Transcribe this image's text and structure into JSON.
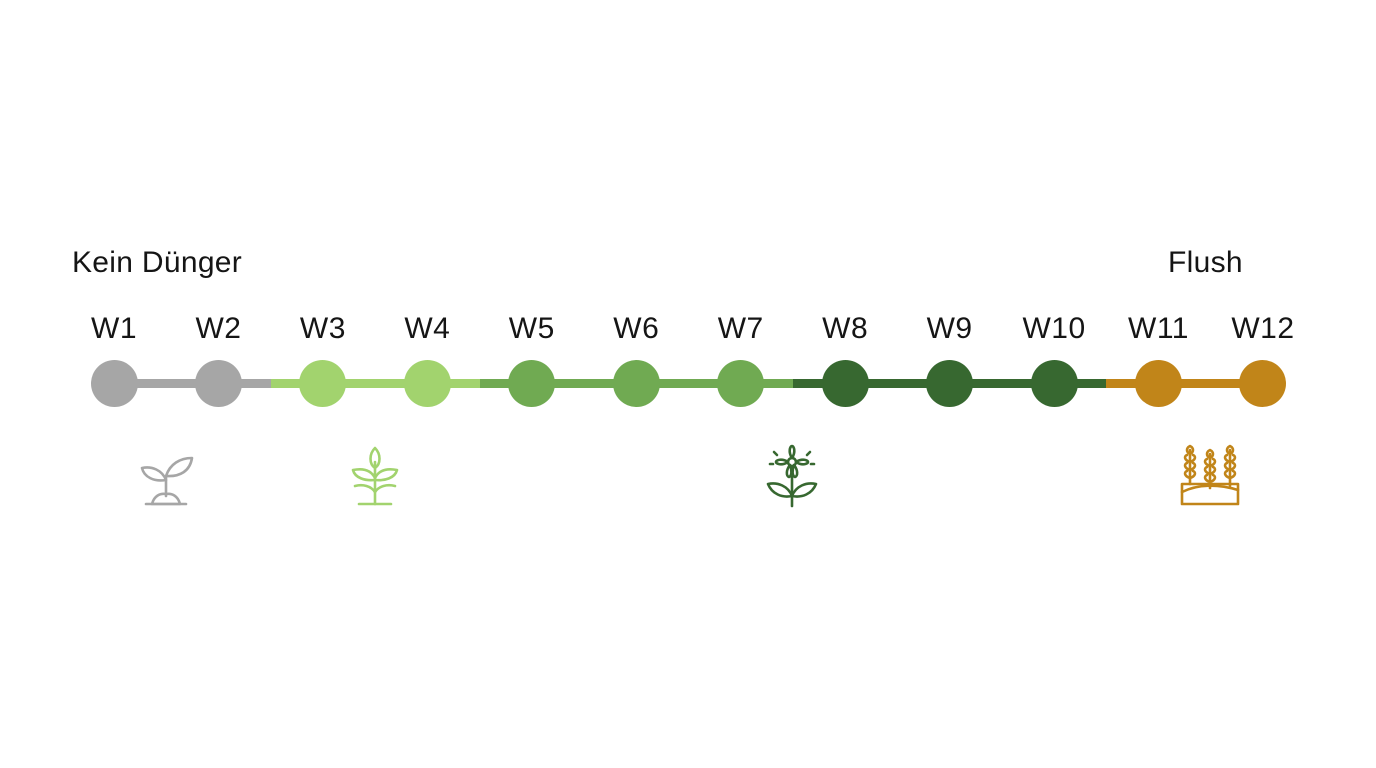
{
  "labels": {
    "left": "Kein Dünger",
    "right": "Flush"
  },
  "weeks": [
    "W1",
    "W2",
    "W3",
    "W4",
    "W5",
    "W6",
    "W7",
    "W8",
    "W9",
    "W10",
    "W11",
    "W12"
  ],
  "colors": {
    "seedling": "#a6a6a6",
    "early_veg": "#a2d36e",
    "veg": "#70aa52",
    "bloom": "#376830",
    "flush": "#c18519"
  },
  "week_phases": [
    "seedling",
    "seedling",
    "early_veg",
    "early_veg",
    "veg",
    "veg",
    "veg",
    "bloom",
    "bloom",
    "bloom",
    "flush",
    "flush"
  ],
  "icons": [
    {
      "name": "sprout-in-soil-icon",
      "color": "seedling"
    },
    {
      "name": "young-plant-icon",
      "color": "early_veg"
    },
    {
      "name": "flower-icon",
      "color": "bloom"
    },
    {
      "name": "wheat-field-icon",
      "color": "flush"
    }
  ]
}
